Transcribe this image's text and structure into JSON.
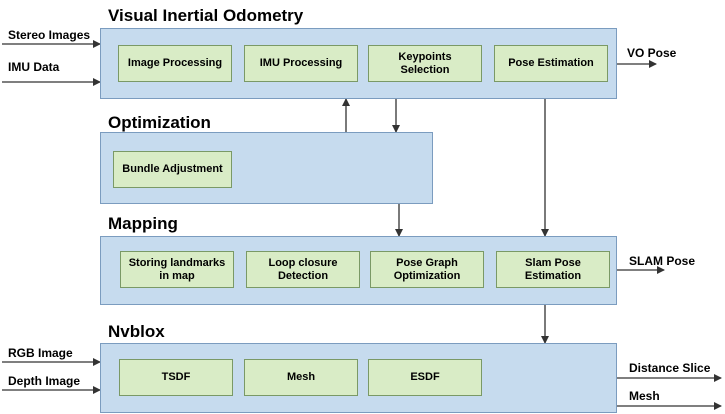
{
  "vio": {
    "title": "Visual Inertial Odometry",
    "boxes": [
      "Image Processing",
      "IMU Processing",
      "Keypoints\nSelection",
      "Pose Estimation"
    ],
    "inputs": [
      "Stereo Images",
      "IMU Data"
    ],
    "output": "VO Pose"
  },
  "optimization": {
    "title": "Optimization",
    "boxes": [
      "Bundle Adjustment"
    ]
  },
  "mapping": {
    "title": "Mapping",
    "boxes": [
      "Storing landmarks\nin map",
      "Loop closure\nDetection",
      "Pose Graph\nOptimization",
      "Slam Pose\nEstimation"
    ],
    "output": "SLAM Pose"
  },
  "nvblox": {
    "title": "Nvblox",
    "boxes": [
      "TSDF",
      "Mesh",
      "ESDF"
    ],
    "inputs": [
      "RGB Image",
      "Depth Image"
    ],
    "outputs": [
      "Distance Slice",
      "Mesh"
    ]
  }
}
